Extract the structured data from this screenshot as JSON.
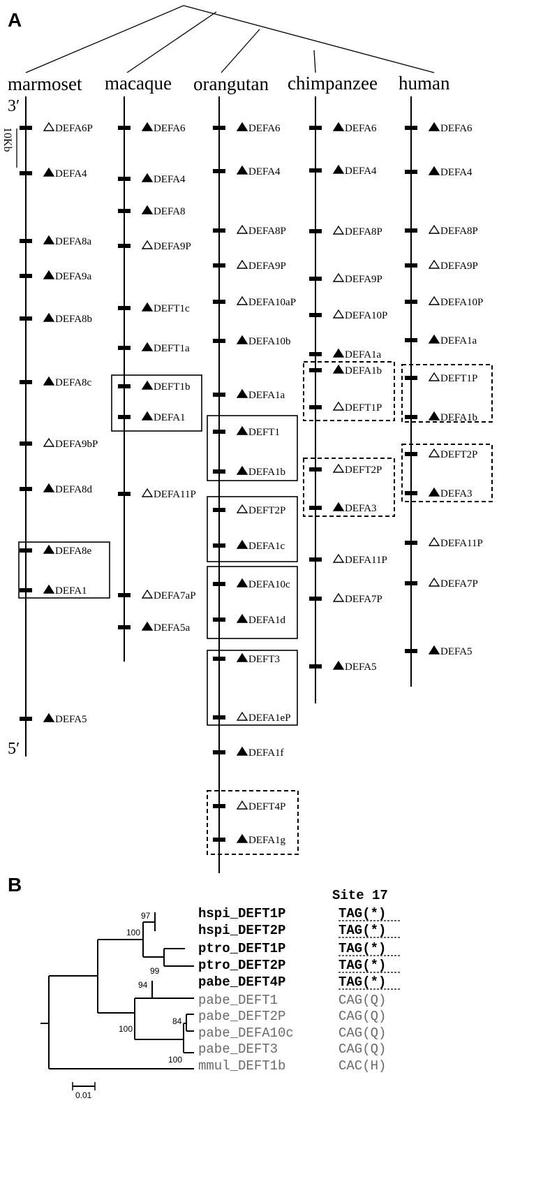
{
  "panel_a": {
    "letter": "A",
    "end_3": "3′",
    "end_5": "5′",
    "scale_label": "10Kb",
    "species": [
      {
        "name": "marmoset",
        "genes": [
          {
            "label": "DEFA6P",
            "filled": false
          },
          {
            "label": "DEFA4",
            "filled": true
          },
          {
            "label": "DEFA8a",
            "filled": true
          },
          {
            "label": "DEFA9a",
            "filled": true
          },
          {
            "label": "DEFA8b",
            "filled": true
          },
          {
            "label": "DEFA8c",
            "filled": true
          },
          {
            "label": "DEFA9bP",
            "filled": false
          },
          {
            "label": "DEFA8d",
            "filled": true
          },
          {
            "label": "DEFA8e",
            "filled": true
          },
          {
            "label": "DEFA1",
            "filled": true
          },
          {
            "label": "DEFA5",
            "filled": true
          }
        ]
      },
      {
        "name": "macaque",
        "genes": [
          {
            "label": "DEFA6",
            "filled": true
          },
          {
            "label": "DEFA4",
            "filled": true
          },
          {
            "label": "DEFA8",
            "filled": true
          },
          {
            "label": "DEFA9P",
            "filled": false
          },
          {
            "label": "DEFT1c",
            "filled": true
          },
          {
            "label": "DEFT1a",
            "filled": true
          },
          {
            "label": "DEFT1b",
            "filled": true
          },
          {
            "label": "DEFA1",
            "filled": true
          },
          {
            "label": "DEFA11P",
            "filled": false
          },
          {
            "label": "DEFA7aP",
            "filled": false
          },
          {
            "label": "DEFA5a",
            "filled": true
          }
        ]
      },
      {
        "name": "orangutan",
        "genes": [
          {
            "label": "DEFA6",
            "filled": true
          },
          {
            "label": "DEFA4",
            "filled": true
          },
          {
            "label": "DEFA8P",
            "filled": false
          },
          {
            "label": "DEFA9P",
            "filled": false
          },
          {
            "label": "DEFA10aP",
            "filled": false
          },
          {
            "label": "DEFA10b",
            "filled": true
          },
          {
            "label": "DEFA1a",
            "filled": true
          },
          {
            "label": "DEFT1",
            "filled": true
          },
          {
            "label": "DEFA1b",
            "filled": true
          },
          {
            "label": "DEFT2P",
            "filled": false
          },
          {
            "label": "DEFA1c",
            "filled": true
          },
          {
            "label": "DEFA10c",
            "filled": true
          },
          {
            "label": "DEFA1d",
            "filled": true
          },
          {
            "label": "DEFT3",
            "filled": true
          },
          {
            "label": "DEFA1eP",
            "filled": false
          },
          {
            "label": "DEFA1f",
            "filled": true
          },
          {
            "label": "DEFT4P",
            "filled": false
          },
          {
            "label": "DEFA1g",
            "filled": true
          }
        ]
      },
      {
        "name": "chimpanzee",
        "genes": [
          {
            "label": "DEFA6",
            "filled": true
          },
          {
            "label": "DEFA4",
            "filled": true
          },
          {
            "label": "DEFA8P",
            "filled": false
          },
          {
            "label": "DEFA9P",
            "filled": false
          },
          {
            "label": "DEFA10P",
            "filled": false
          },
          {
            "label": "DEFA1a",
            "filled": true
          },
          {
            "label": "DEFA1b",
            "filled": true
          },
          {
            "label": "DEFT1P",
            "filled": false
          },
          {
            "label": "DEFT2P",
            "filled": false
          },
          {
            "label": "DEFA3",
            "filled": true
          },
          {
            "label": "DEFA11P",
            "filled": false
          },
          {
            "label": "DEFA7P",
            "filled": false
          },
          {
            "label": "DEFA5",
            "filled": true
          }
        ]
      },
      {
        "name": "human",
        "genes": [
          {
            "label": "DEFA6",
            "filled": true
          },
          {
            "label": "DEFA4",
            "filled": true
          },
          {
            "label": "DEFA8P",
            "filled": false
          },
          {
            "label": "DEFA9P",
            "filled": false
          },
          {
            "label": "DEFA10P",
            "filled": false
          },
          {
            "label": "DEFA1a",
            "filled": true
          },
          {
            "label": "DEFT1P",
            "filled": false
          },
          {
            "label": "DEFA1b",
            "filled": true
          },
          {
            "label": "DEFT2P",
            "filled": false
          },
          {
            "label": "DEFA3",
            "filled": true
          },
          {
            "label": "DEFA11P",
            "filled": false
          },
          {
            "label": "DEFA7P",
            "filled": false
          },
          {
            "label": "DEFA5",
            "filled": true
          }
        ]
      }
    ]
  },
  "panel_b": {
    "letter": "B",
    "site_header": "Site 17",
    "scale_label": "0.01",
    "bootstrap": [
      "97",
      "100",
      "99",
      "94",
      "84",
      "100",
      "100"
    ],
    "taxa": [
      {
        "name": "hspi_DEFT1P",
        "codon": "TAG(*)",
        "stop": true
      },
      {
        "name": "hspi_DEFT2P",
        "codon": "TAG(*)",
        "stop": true
      },
      {
        "name": "ptro_DEFT1P",
        "codon": "TAG(*)",
        "stop": true
      },
      {
        "name": "ptro_DEFT2P",
        "codon": "TAG(*)",
        "stop": true
      },
      {
        "name": "pabe_DEFT4P",
        "codon": "TAG(*)",
        "stop": true
      },
      {
        "name": "pabe_DEFT1",
        "codon": "CAG(Q)",
        "stop": false
      },
      {
        "name": "pabe_DEFT2P",
        "codon": "CAG(Q)",
        "stop": false
      },
      {
        "name": "pabe_DEFA10c",
        "codon": "CAG(Q)",
        "stop": false
      },
      {
        "name": "pabe_DEFT3",
        "codon": "CAG(Q)",
        "stop": false
      },
      {
        "name": "mmul_DEFT1b",
        "codon": "CAC(H)",
        "stop": false
      }
    ]
  }
}
